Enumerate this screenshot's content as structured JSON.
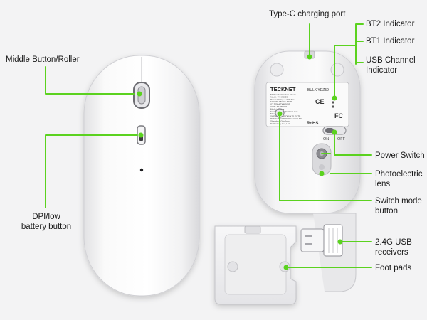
{
  "labels": {
    "type_c": "Type-C charging port",
    "bt2": "BT2 Indicator",
    "bt1": "BT1 Indicator",
    "usb_channel_1": "USB Channel",
    "usb_channel_2": "Indicator",
    "middle_button": "Middle Button/Roller",
    "dpi_1": "DPI/low",
    "dpi_2": "battery button",
    "power_switch": "Power Switch",
    "photo_1": "Photoelectric",
    "photo_2": "lens",
    "switch_mode_1": "Switch mode",
    "switch_mode_2": "button",
    "usb_receiver_1": "2.4G USB",
    "usb_receiver_2": "receivers",
    "foot_pads": "Foot pads"
  },
  "bottom_label": {
    "brand": "TECKNET",
    "model": "BULK YDZ59",
    "lines": [
      "Multimode Wireless Mouse",
      "Model: TK-MS059",
      "Power Rating: 3.7V/0.5mA",
      "FCC ID: 2BCKG-TK05",
      "IC: 30984-TKMS059",
      "HVIN: TK-MS059",
      "Made in China",
      "Email: support@tecknet.com",
      "Manufacturer:",
      "SHENZHEN ANDENK ELECTR",
      "RONIC TECHNOLOGY CO.,LTD",
      "Shenzhen GrinDran",
      "Technology Co., Ltd"
    ],
    "rohs": "RoHS",
    "on": "ON",
    "off": "OFF",
    "ce": "CE",
    "fc": "FC"
  },
  "colors": {
    "accent": "#5bd21f",
    "background": "#f3f3f4",
    "mouse_body": "#ffffff"
  }
}
